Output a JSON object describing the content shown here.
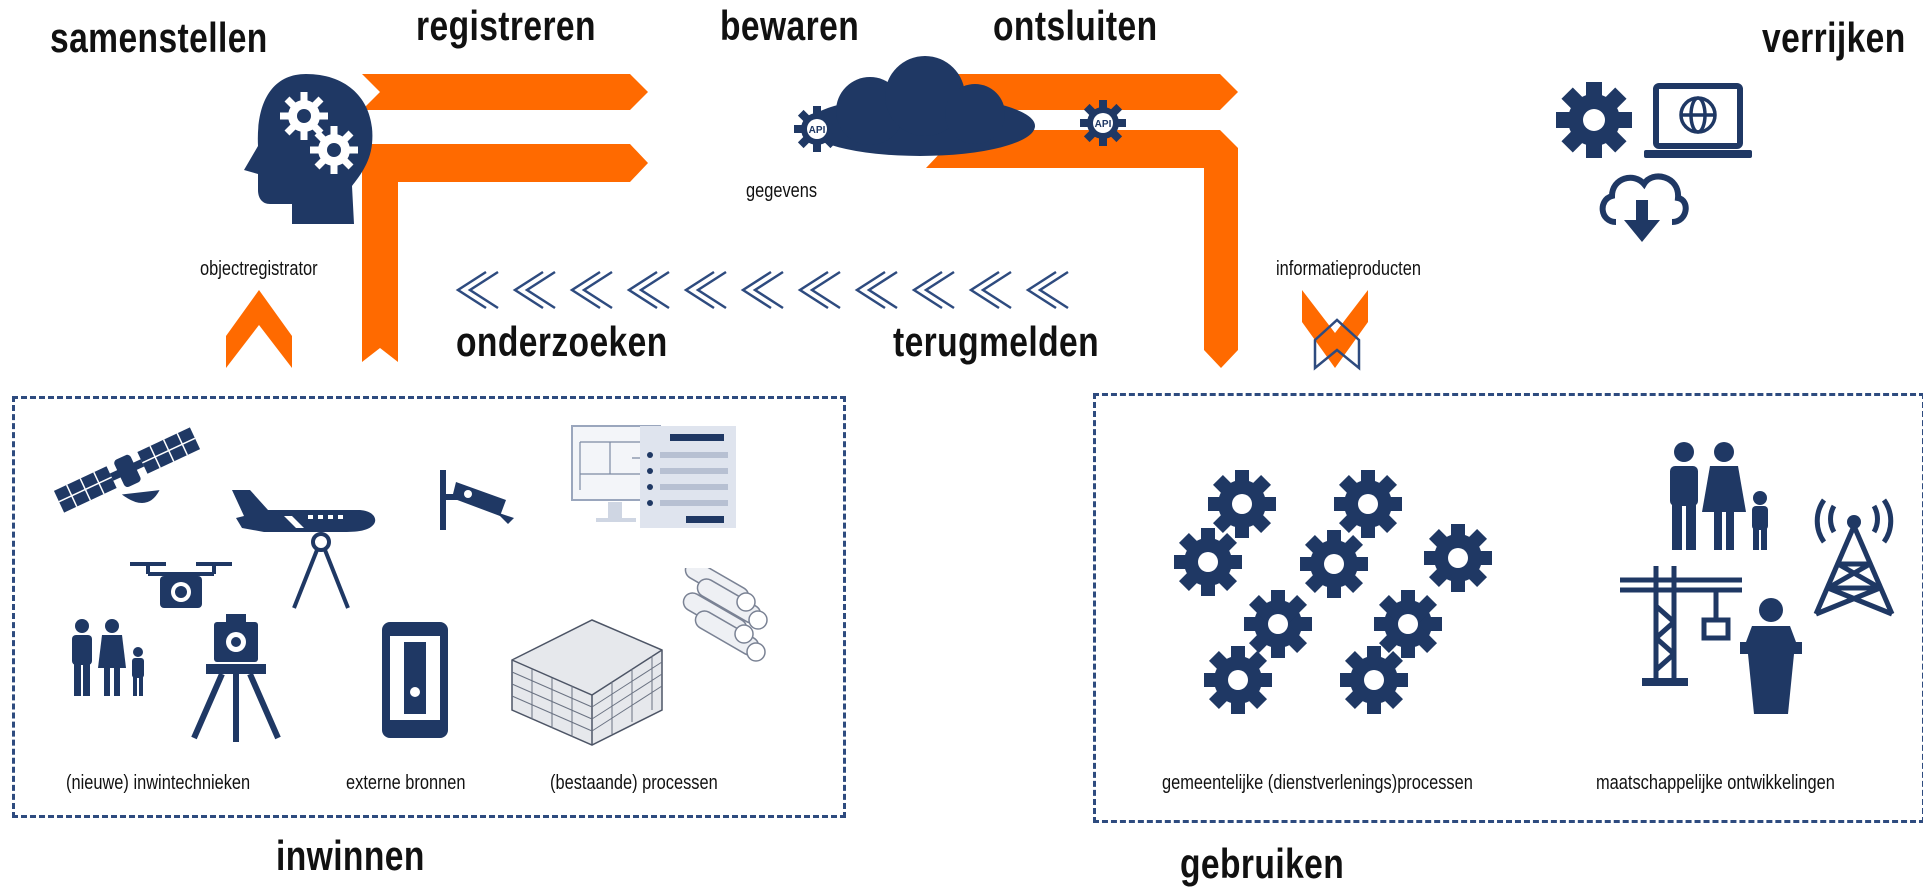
{
  "stages": {
    "samenstellen": "samenstellen",
    "registreren": "registreren",
    "bewaren": "bewaren",
    "ontsluiten": "ontsluiten",
    "verrijken": "verrijken",
    "onderzoeken": "onderzoeken",
    "terugmelden": "terugmelden",
    "inwinnen": "inwinnen",
    "gebruiken": "gebruiken"
  },
  "labels": {
    "objectregistrator": "objectregistrator",
    "gegevens": "gegevens",
    "informatieproducten": "informatieproducten",
    "api_left": "API",
    "api_right": "API"
  },
  "inwinnen_box": {
    "captions": [
      "(nieuwe) inwintechnieken",
      "externe bronnen",
      "(bestaande) processen"
    ]
  },
  "gebruiken_box": {
    "captions": [
      "gemeentelijke (dienstverlenings)processen",
      "maatschappelijke ontwikkelingen"
    ]
  },
  "colors": {
    "orange": "#ff6a00",
    "navy": "#1f3864",
    "dashed_border": "#2e4b7f"
  },
  "icons": [
    "head-gears-icon",
    "satellite-icon",
    "airplane-icon",
    "drone-icon",
    "survey-tripod-icon",
    "family-icon",
    "security-camera-icon",
    "form-screen-icon",
    "phone-app-icon",
    "building-3d-icon",
    "blueprint-rolls-icon",
    "cloud-icon",
    "gear-icon",
    "laptop-globe-icon",
    "cloud-download-icon",
    "radio-tower-icon",
    "crane-icon",
    "speaker-podium-icon"
  ]
}
